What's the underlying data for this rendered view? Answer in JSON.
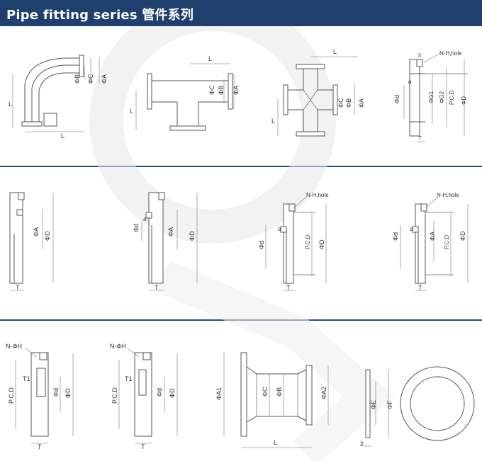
{
  "header": {
    "title": "Pipe fitting series 管件系列"
  },
  "colors": {
    "header_bg": "#1f3f6d",
    "divider": "#2a4d7f",
    "line": "#555555",
    "watermark": "#eeeeee"
  },
  "watermark": {
    "icon": "circle-logo-watermark"
  },
  "row1": {
    "elbow": {
      "phiB": "ΦB",
      "phiC": "ΦC",
      "phiA": "ΦA",
      "L1": "L",
      "L2": "L"
    },
    "tee": {
      "L1": "L",
      "L2": "L",
      "phiC": "ΦC",
      "phiB": "ΦB",
      "phiA": "ΦA"
    },
    "cross": {
      "L1": "L",
      "L2": "L",
      "phiC": "ΦC",
      "phiB": "ΦB",
      "phiA": "ΦA"
    },
    "flange": {
      "s": "s",
      "holes": "N-H,hole",
      "a": "a",
      "phid": "Φd",
      "phiG1": "ΦG1",
      "phiG2": "ΦG2",
      "pcd": "P.C.D",
      "phiD": "ΦD",
      "T": "T"
    }
  },
  "row2": {
    "blank": {
      "phiA": "ΦA",
      "phiD": "ΦD",
      "T": "T"
    },
    "ring": {
      "phid": "Φd",
      "a": "a",
      "phiA": "ΦA",
      "phiD": "ΦD",
      "T": "T"
    },
    "flange_a": {
      "holes": "N-H,hole",
      "phid": "Φd",
      "a": "a",
      "pcd": "P.C.D",
      "phiD": "ΦD",
      "T": "T"
    },
    "flange_b": {
      "holes": "N-H,hole",
      "phid": "Φd",
      "a": "a",
      "phiA": "ΦA",
      "pcd": "P.C.D",
      "phiD": "ΦD",
      "T": "T"
    }
  },
  "row3": {
    "clamp_a": {
      "holes": "N-ΦH",
      "T1": "T1",
      "pcd": "P.C.D",
      "phid": "Φd",
      "phiD": "ΦD",
      "T": "T"
    },
    "clamp_b": {
      "holes": "N-ΦH",
      "T1": "T1",
      "pcd": "P.C.D",
      "phid": "Φd",
      "phiD": "ΦD",
      "T": "T"
    },
    "reducer": {
      "phiA1": "ΦA1",
      "phiC": "ΦC",
      "phiB": "ΦB",
      "phiA2": "ΦA2",
      "L": "L"
    },
    "gasket": {
      "phiE": "ΦE",
      "phiF": "ΦF",
      "thickness": "2"
    }
  }
}
